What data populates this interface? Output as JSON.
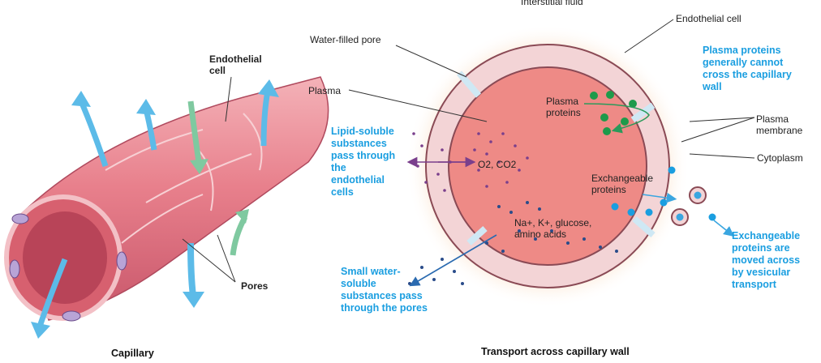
{
  "left_panel": {
    "caption": "Capillary",
    "labels": {
      "endothelial_cell": "Endothelial\ncell",
      "pores": "Pores"
    }
  },
  "right_panel": {
    "caption": "Transport across capillary wall",
    "labels": {
      "interstitial_fluid": "Interstitial fluid",
      "endothelial_cell": "Endothelial cell",
      "water_filled_pore": "Water-filled pore",
      "plasma": "Plasma",
      "plasma_proteins": "Plasma\nproteins",
      "plasma_membrane": "Plasma\nmembrane",
      "cytoplasm": "Cytoplasm",
      "gases": "O2, CO2",
      "exchangeable_proteins": "Exchangeable\nproteins",
      "small_solutes": "Na+, K+, glucose,\namino acids"
    },
    "notes": {
      "plasma_proteins_note": "Plasma proteins\ngenerally cannot\ncross the capillary\nwall",
      "lipid_soluble_note": "Lipid-soluble\nsubstances\npass through\nthe\nendothelial\ncells",
      "water_soluble_note": "Small water-\nsoluble\nsubstances pass\nthrough the pores",
      "vesicular_note": "Exchangeable\nproteins are\nmoved across\nby vesicular\ntransport"
    }
  },
  "colors": {
    "tissue_pink": "#e8808c",
    "tissue_light": "#f6c8cc",
    "plasma_fill": "#ee8a86",
    "cell_wall": "#f3d4d6",
    "cell_outline": "#8a4a55",
    "halo": "#f8c79a",
    "note_blue": "#1a9ee0",
    "arrow_blue": "#5cbbe8",
    "arrow_green": "#7fc9a0",
    "dot_purple": "#7a3f8c",
    "dot_navy": "#2a4c8a",
    "dot_green": "#1e9a4a"
  }
}
